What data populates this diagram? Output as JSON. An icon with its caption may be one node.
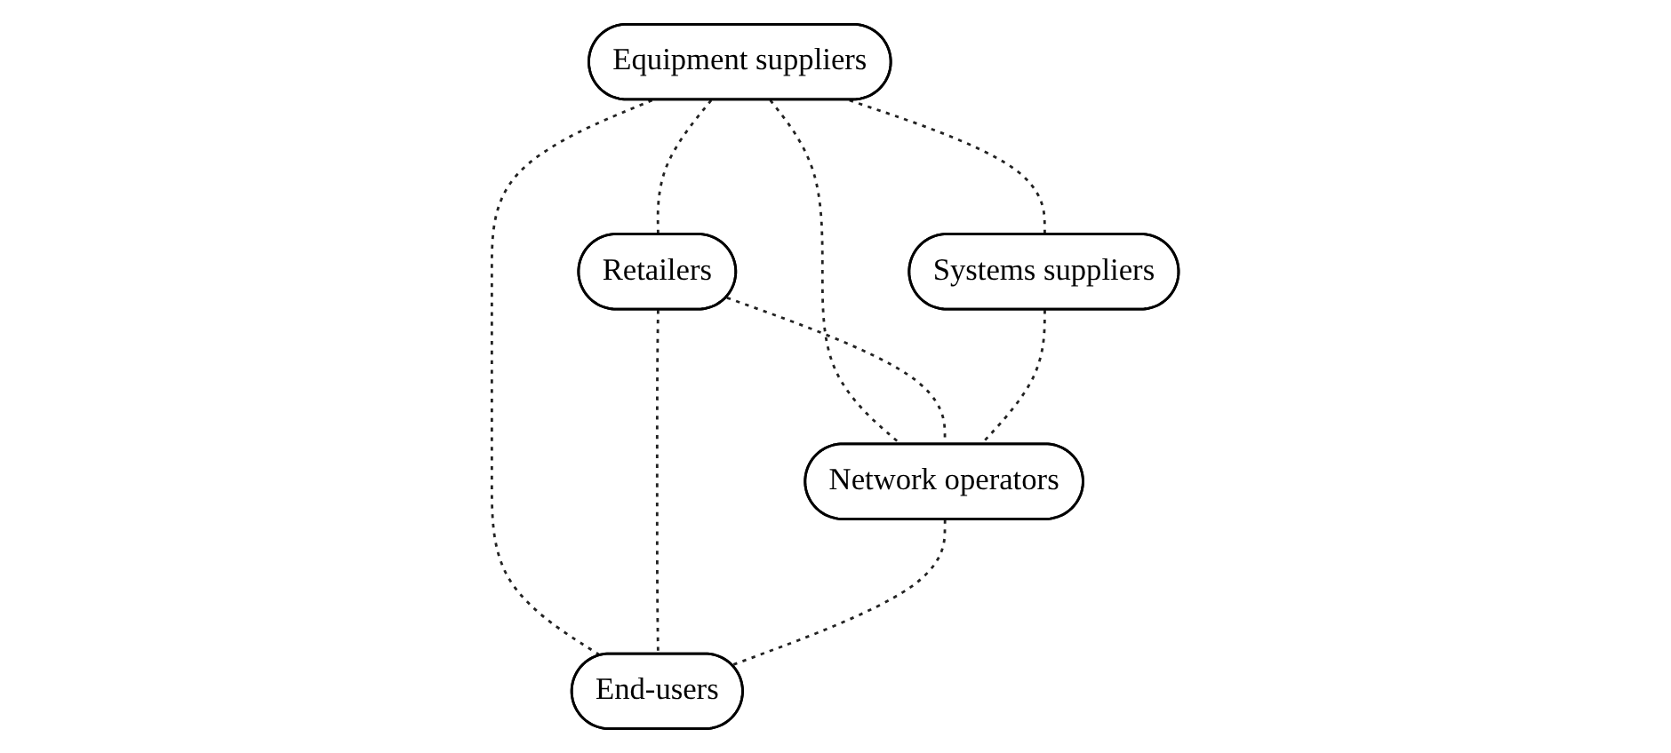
{
  "diagram": {
    "nodes": [
      {
        "text": [
          "Equipment suppliers"
        ]
      },
      {
        "text": [
          "Retailers"
        ]
      },
      {
        "text": [
          "Systems suppliers"
        ]
      },
      {
        "text": [
          "Network operators"
        ]
      },
      {
        "text": [
          "End-users"
        ]
      }
    ],
    "edges": [
      {
        "from": 0,
        "to": 1,
        "arrow": "none",
        "style": "dashed"
      },
      {
        "from": 0,
        "to": 2,
        "arrow": "none",
        "style": "dashed"
      },
      {
        "from": 0,
        "to": 3,
        "arrow": "none",
        "style": "dashed"
      },
      {
        "from": 0,
        "to": 4,
        "arrow": "none",
        "style": "dashed"
      },
      {
        "from": 1,
        "to": 3,
        "arrow": "none",
        "style": "dashed"
      },
      {
        "from": 1,
        "to": 4,
        "arrow": "none",
        "style": "dashed"
      },
      {
        "from": 2,
        "to": 3,
        "arrow": "none",
        "style": "dashed"
      },
      {
        "from": 3,
        "to": 4,
        "arrow": "none",
        "style": "dashed"
      }
    ]
  }
}
